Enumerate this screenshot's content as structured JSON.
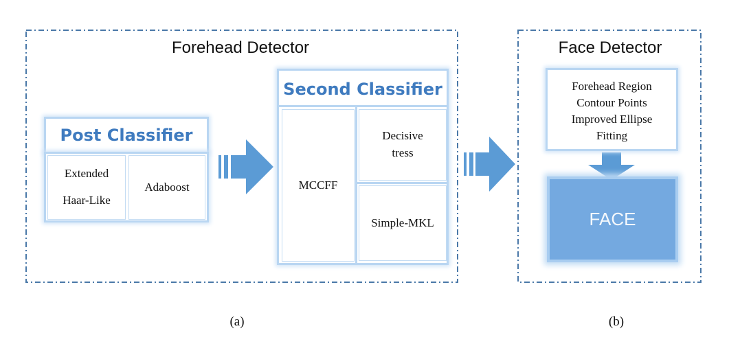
{
  "forehead_detector": {
    "title": "Forehead Detector",
    "post_classifier": {
      "title": "Post Classifier",
      "left_cell_line1": "Extended",
      "left_cell_line2": "Haar-Like",
      "right_cell": "Adaboost"
    },
    "second_classifier": {
      "title": "Second Classifier",
      "left_cell": "MCCFF",
      "top_right_line1": "Decisive",
      "top_right_line2": "tress",
      "bottom_right": "Simple-MKL"
    },
    "caption": "(a)"
  },
  "face_detector": {
    "title": "Face Detector",
    "text_line1": "Forehead Region",
    "text_line2": "Contour Points",
    "text_line3": "Improved Ellipse",
    "text_line4": "Fitting",
    "face_label": "FACE",
    "caption": "(b)"
  },
  "colors": {
    "arrow": "#5b9bd5",
    "border_dash": "#4a78a8",
    "accent_title": "#3f7bbf",
    "face_fill": "#74a9e0"
  }
}
